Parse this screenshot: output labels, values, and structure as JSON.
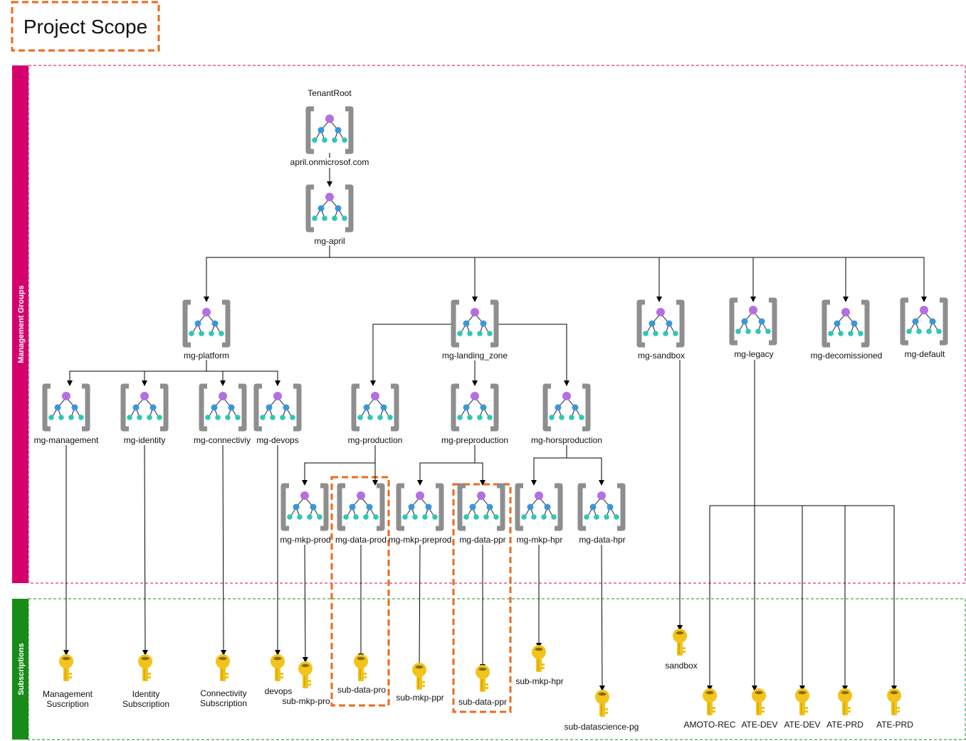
{
  "legend": {
    "project_scope": "Project Scope"
  },
  "lanes": {
    "management_groups": "Management Groups",
    "subscriptions": "Subscriptions"
  },
  "colors": {
    "mg_lane": "#d6006d",
    "sub_lane": "#188c18",
    "scope_orange": "#ee6a1a",
    "icon_purple": "#b46fe0",
    "icon_blue": "#3a96dd",
    "icon_teal": "#2fc7b6",
    "bracket_gray": "#8e8e8e",
    "key_gold": "#f2c31b"
  },
  "management_groups": {
    "tenant_title": "TenantRoot",
    "tenant": "april.onmicrosof.com",
    "mg_april": "mg-april",
    "mg_platform": "mg-platform",
    "mg_landing_zone": "mg-landing_zone",
    "mg_sandbox": "mg-sandbox",
    "mg_legacy": "mg-legacy",
    "mg_decomissioned": "mg-decomissioned",
    "mg_default": "mg-default",
    "mg_management": "mg-management",
    "mg_identity": "mg-identity",
    "mg_connectiviy": "mg-connectiviy",
    "mg_devops": "mg-devops",
    "mg_production": "mg-production",
    "mg_preproduction": "mg-preproduction",
    "mg_horsproduction": "mg-horsproduction",
    "mg_mkp_prod": "mg-mkp-prod",
    "mg_data_prod": "mg-data-prod",
    "mg_mkp_preprod": "mg-mkp-preprod",
    "mg_data_ppr": "mg-data-ppr",
    "mg_mkp_hpr": "mg-mkp-hpr",
    "mg_data_hpr": "mg-data-hpr"
  },
  "subscriptions": {
    "management_l1": "Management",
    "management_l2": "Suscription",
    "identity_l1": "Identity",
    "identity_l2": "Subscription",
    "connectivity_l1": "Connectivity",
    "connectivity_l2": "Subscription",
    "devops": "devops",
    "sub_mkp_pro": "sub-mkp-pro",
    "sub_data_pro": "sub-data-pro",
    "sub_mkp_ppr": "sub-mkp-ppr",
    "sub_data_ppr": "sub-data-ppr",
    "sub_mkp_hpr": "sub-mkp-hpr",
    "sub_datascience_pg": "sub-datascience-pg",
    "sandbox": "sandbox",
    "amoto_rec": "AMOTO-REC",
    "ate_dev_1": "ATE-DEV",
    "ate_dev_2": "ATE-DEV",
    "ate_prd_1": "ATE-PRD",
    "ate_prd_2": "ATE-PRD"
  }
}
